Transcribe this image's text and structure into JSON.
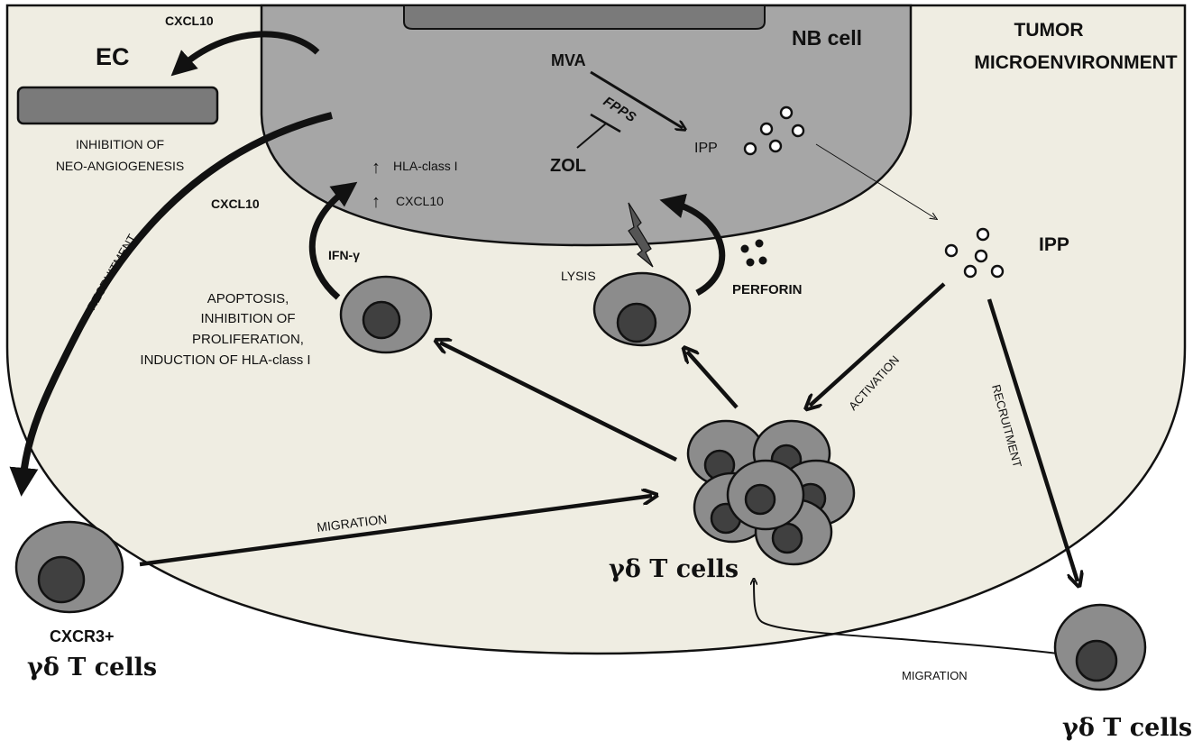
{
  "colors": {
    "microenvironment_fill": "#efede2",
    "nb_cell_fill": "#a6a6a6",
    "nb_cell_inner": "#7a7a7a",
    "cell_outer": "#8c8c8c",
    "cell_nucleus": "#404040",
    "ec_fill": "#7a7a7a",
    "stroke": "#111111"
  },
  "labels": {
    "nb_cell": "NB cell",
    "tumor_line1": "TUMOR",
    "tumor_line2": "MICROENVIRONMENT",
    "ec": "EC",
    "cxcl10_top": "CXCL10",
    "inhibition_line1": "INHIBITION OF",
    "inhibition_line2": "NEO-ANGIOGENESIS",
    "cxcl10_mid": "CXCL10",
    "recruitment_left": "RECRUITMENT",
    "mva": "MVA",
    "fpps": "FPPS",
    "zol": "ZOL",
    "ipp_inside": "IPP",
    "up_arrow": "↑",
    "hla_class_i": "HLA-class I",
    "cxcl10_up": "CXCL10",
    "ifn_gamma": "IFN-γ",
    "apoptosis_line1": "APOPTOSIS,",
    "apoptosis_line2": "INHIBITION OF",
    "apoptosis_line3": "PROLIFERATION,",
    "apoptosis_line4": "INDUCTION OF HLA-class I",
    "lysis": "LYSIS",
    "perforin": "PERFORIN",
    "ipp_outside": "IPP",
    "activation": "ACTIVATION",
    "recruitment_right": "RECRUITMENT",
    "migration_left": "MIGRATION",
    "migration_right": "MIGRATION",
    "gd_center": "γδ T cells",
    "cxcr3_line1": "CXCR3+",
    "cxcr3_line2": "γδ T cells",
    "gd_bottom_right": "γδ T cells"
  }
}
